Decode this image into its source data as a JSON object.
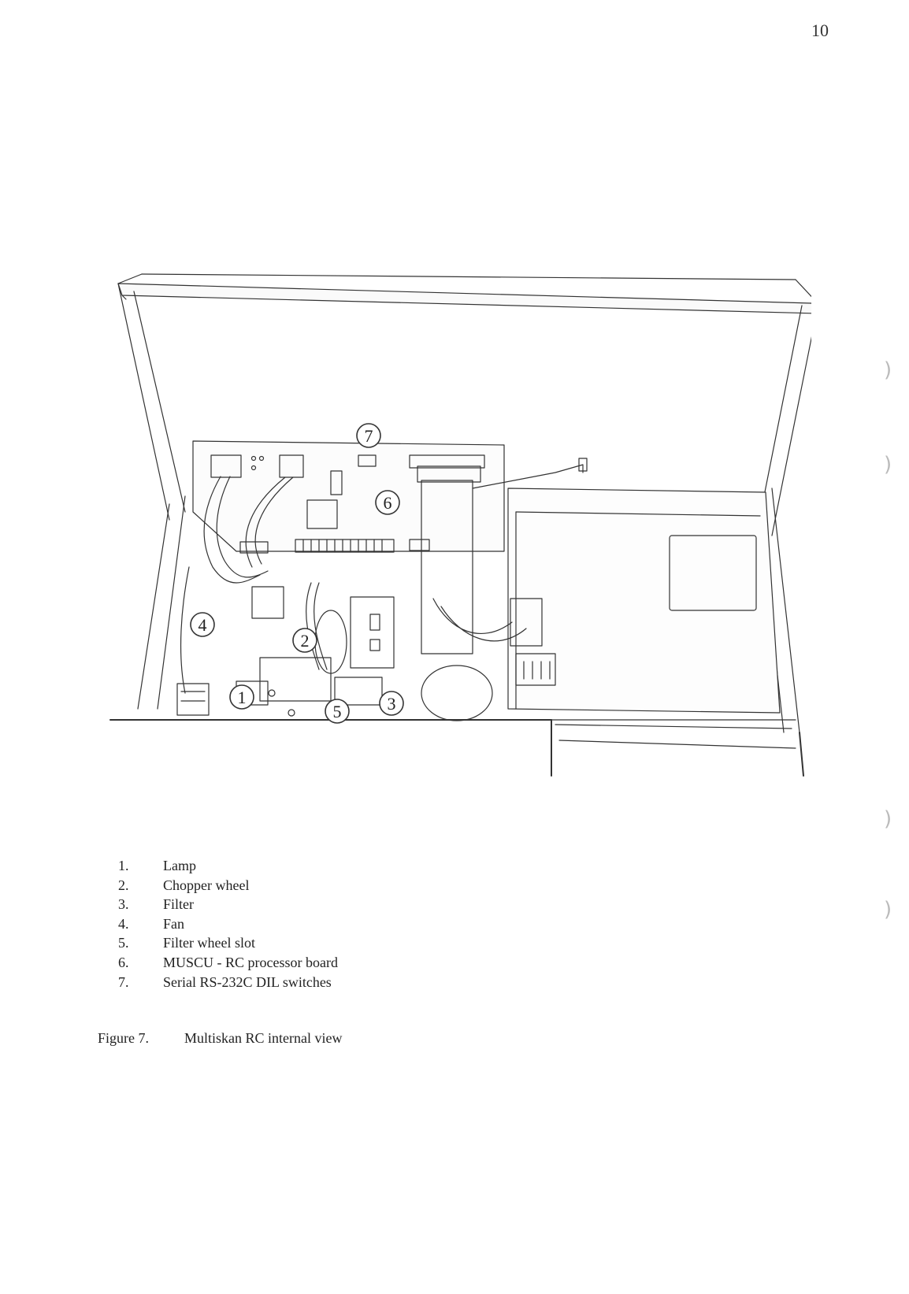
{
  "page": {
    "number": "10"
  },
  "figure": {
    "callouts": [
      "1",
      "2",
      "3",
      "4",
      "5",
      "6",
      "7"
    ]
  },
  "legend": {
    "items": [
      {
        "num": "1.",
        "label": "Lamp"
      },
      {
        "num": "2.",
        "label": "Chopper wheel"
      },
      {
        "num": "3.",
        "label": "Filter"
      },
      {
        "num": "4.",
        "label": "Fan"
      },
      {
        "num": "5.",
        "label": "Filter wheel slot"
      },
      {
        "num": "6.",
        "label": "MUSCU - RC processor board"
      },
      {
        "num": "7.",
        "label": "Serial RS-232C DIL switches"
      }
    ]
  },
  "caption": {
    "label": "Figure 7.",
    "text": "Multiskan RC internal view"
  }
}
